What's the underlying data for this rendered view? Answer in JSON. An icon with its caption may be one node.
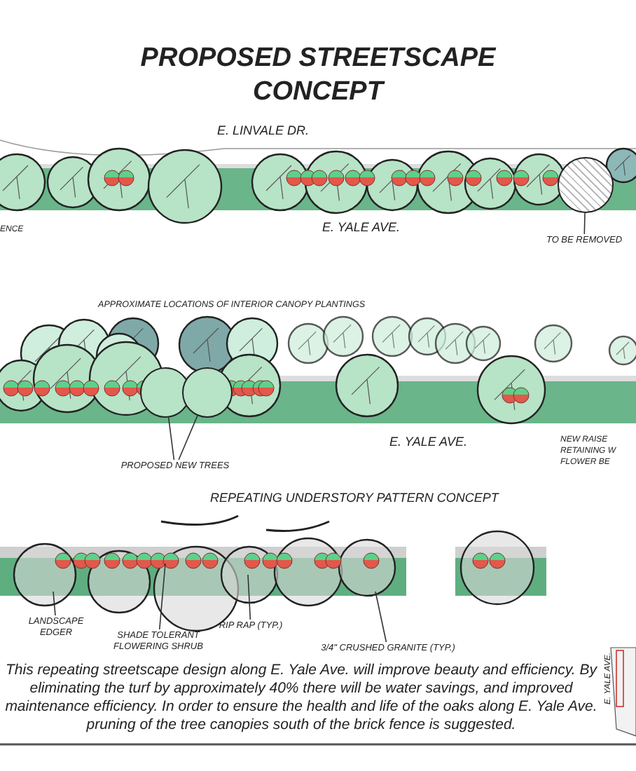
{
  "diagram": {
    "title": "PROPOSED STREETSCAPE CONCEPT",
    "caption": "This repeating streetscape design along E. Yale Ave. will improve beauty and efficiency. By eliminating the turf by approximately 40% there will be water savings, and improved maintenance efficiency.  In order to ensure the health and life of the oaks along E. Yale Ave. pruning of the tree canopies south of the brick fence is suggested.",
    "nodes": [
      {
        "text": [
          "TO BE REMOVED"
        ]
      },
      {
        "text": [],
        "shape": "circle"
      },
      {
        "text": [
          "PROPOSED NEW TREES"
        ]
      },
      {
        "text": [],
        "shape": "circle"
      },
      {
        "text": [],
        "shape": "circle"
      },
      {
        "text": [
          "LANDSCAPE EDGER"
        ]
      },
      {
        "text": [
          "SHADE TOLERANT FLOWERING SHRUB"
        ]
      },
      {
        "text": [
          "RIP RAP (TYP.)"
        ]
      },
      {
        "text": [
          "3/4\" CRUSHED GRANITE (TYP.)"
        ]
      }
    ],
    "edges": [
      {
        "from": 0,
        "to": 1,
        "arrow": "none"
      },
      {
        "from": 2,
        "to": 3,
        "arrow": "none"
      },
      {
        "from": 2,
        "to": 4,
        "arrow": "none"
      },
      {
        "from": 5,
        "to": null,
        "arrow": "none"
      },
      {
        "from": 6,
        "to": null,
        "arrow": "none"
      },
      {
        "from": 7,
        "to": null,
        "arrow": "none"
      },
      {
        "from": 8,
        "to": null,
        "arrow": "none"
      }
    ],
    "labels": [
      "E. LINVALE DR.",
      "ENCE",
      "E. YALE AVE.",
      "APPROXIMATE LOCATIONS OF INTERIOR CANOPY PLANTINGS",
      "E. YALE AVE.",
      "NEW RAISE RETAINING W FLOWER BE",
      "REPEATING UNDERSTORY PATTERN CONCEPT",
      "E. YALE AVE."
    ]
  }
}
